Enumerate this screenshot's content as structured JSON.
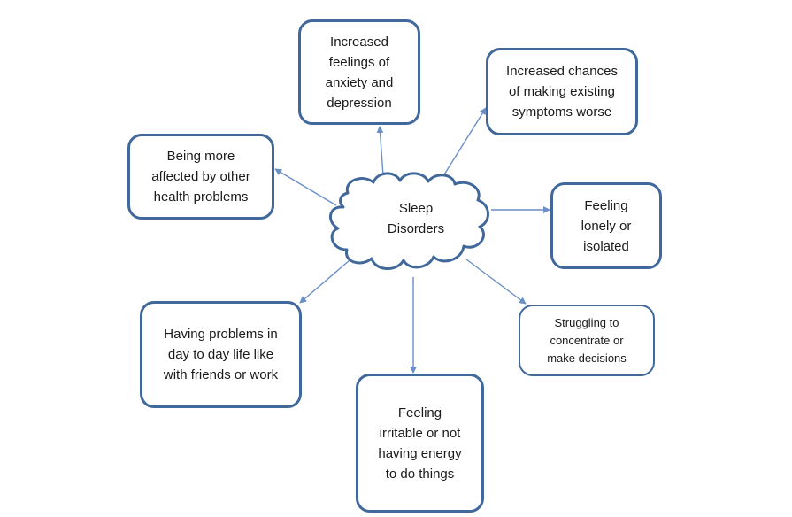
{
  "center": {
    "lines": [
      "Sleep",
      "Disorders"
    ]
  },
  "nodes": [
    {
      "id": "anxiety",
      "lines": [
        "Increased",
        "feelings of",
        "anxiety and",
        "depression"
      ]
    },
    {
      "id": "symptoms",
      "lines": [
        "Increased chances",
        "of making existing",
        "symptoms worse"
      ]
    },
    {
      "id": "health",
      "lines": [
        "Being more",
        "affected by other",
        "health problems"
      ]
    },
    {
      "id": "lonely",
      "lines": [
        "Feeling",
        "lonely or",
        "isolated"
      ]
    },
    {
      "id": "concentrate",
      "lines": [
        "Struggling to",
        "concentrate or",
        "make decisions"
      ]
    },
    {
      "id": "daily-life",
      "lines": [
        "Having problems in",
        "day to day life like",
        "with friends or work"
      ]
    },
    {
      "id": "irritable",
      "lines": [
        "Feeling",
        "irritable or not",
        "having energy",
        "to do things"
      ]
    }
  ],
  "colors": {
    "box_border": "#41689a",
    "arrow": "#6a8fc7"
  }
}
